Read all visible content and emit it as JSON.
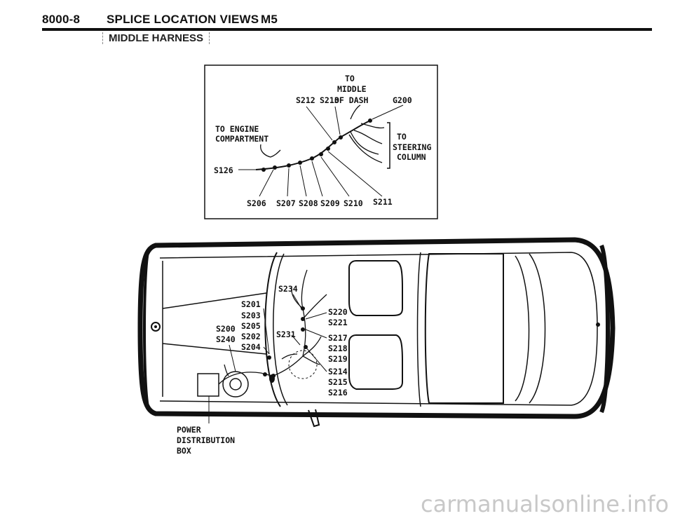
{
  "header": {
    "code": "8000-8",
    "title": "SPLICE LOCATION VIEWS",
    "model": "M5"
  },
  "section_label": "MIDDLE HARNESS",
  "inset": {
    "to_middle_of_dash": [
      "TO",
      "MIDDLE",
      "OF DASH"
    ],
    "to_engine_compartment": [
      "TO ENGINE",
      "COMPARTMENT"
    ],
    "to_steering_column": [
      "TO",
      "STEERING",
      "COLUMN"
    ],
    "ground": "G200",
    "splices_top": [
      "S212",
      "S213"
    ],
    "splice_left": "S126",
    "splices_bottom": [
      "S206",
      "S207",
      "S208",
      "S209",
      "S210",
      "S211"
    ]
  },
  "car": {
    "splice_s234": "S234",
    "splices_left_stack": [
      "S201",
      "S203",
      "S205",
      "S202",
      "S204"
    ],
    "splices_left_outer": [
      "S200",
      "S240"
    ],
    "splice_s231": "S231",
    "splices_right_top": [
      "S220",
      "S221"
    ],
    "splices_right_mid": [
      "S217",
      "S218",
      "S219"
    ],
    "splices_right_low": [
      "S214",
      "S215",
      "S216"
    ],
    "power_distribution_box": [
      "POWER",
      "DISTRIBUTION",
      "BOX"
    ]
  },
  "watermark": "carmanualsonline.info"
}
